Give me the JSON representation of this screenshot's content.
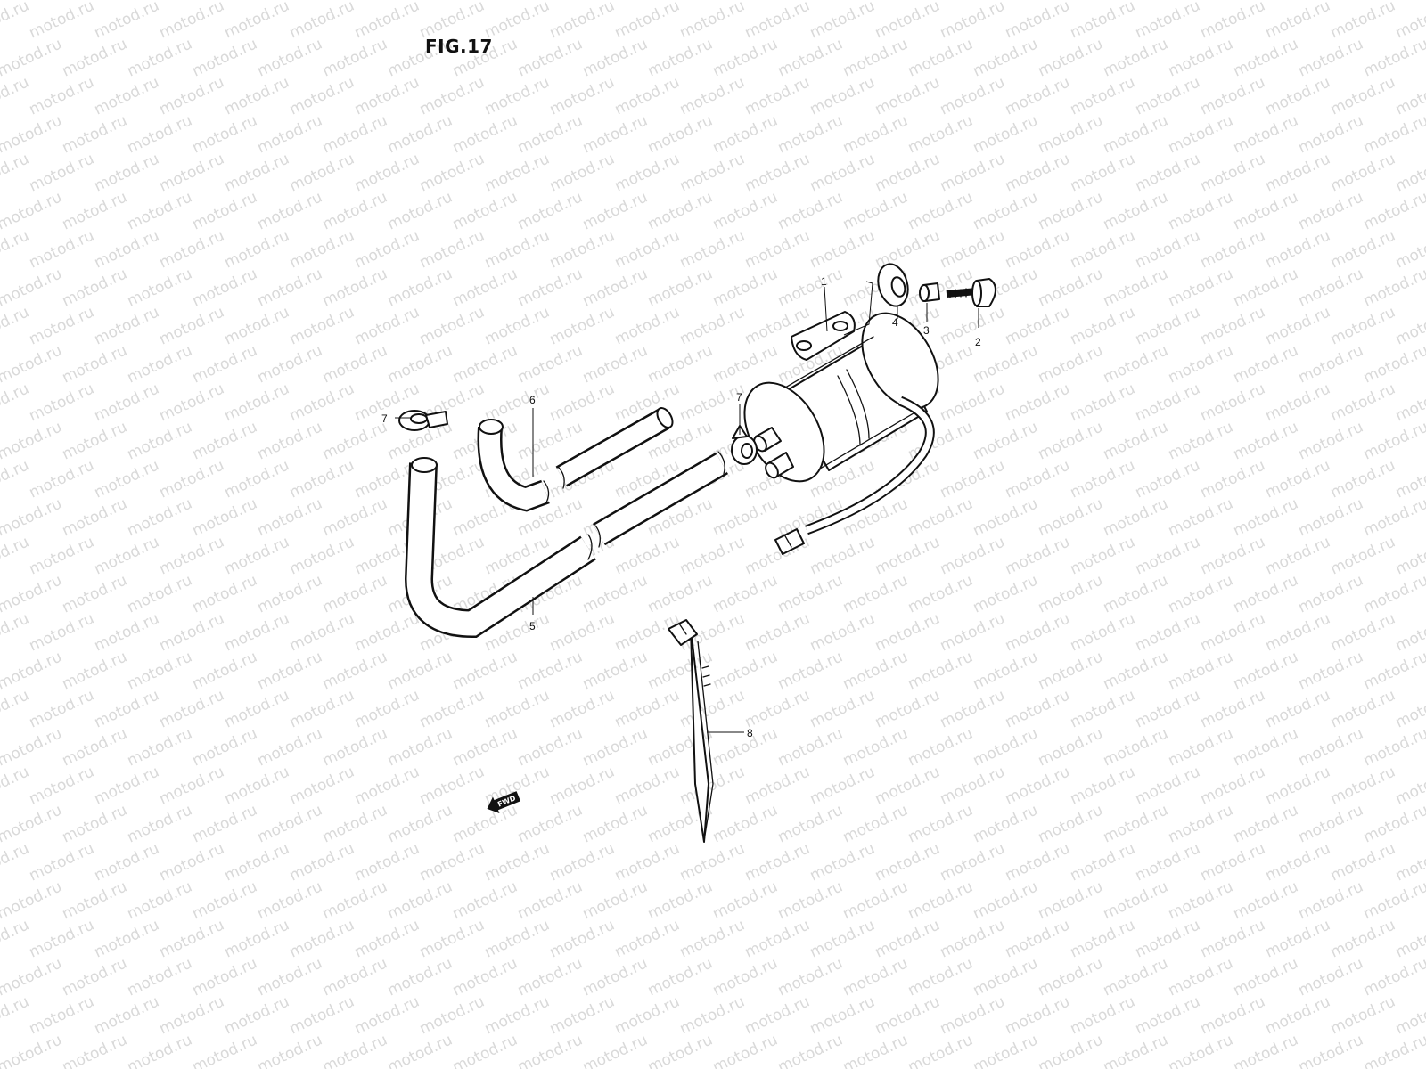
{
  "figure": {
    "title": "FIG.17",
    "watermark_text": "motod.ru",
    "watermark_color": "#d9d9d9"
  },
  "callouts": [
    {
      "id": "1",
      "text": "1"
    },
    {
      "id": "2",
      "text": "2"
    },
    {
      "id": "3",
      "text": "3"
    },
    {
      "id": "4",
      "text": "4"
    },
    {
      "id": "5",
      "text": "5"
    },
    {
      "id": "6",
      "text": "6"
    },
    {
      "id": "7a",
      "text": "7"
    },
    {
      "id": "7b",
      "text": "7"
    },
    {
      "id": "8",
      "text": "8"
    }
  ],
  "direction_indicator": {
    "text": "FWD"
  }
}
